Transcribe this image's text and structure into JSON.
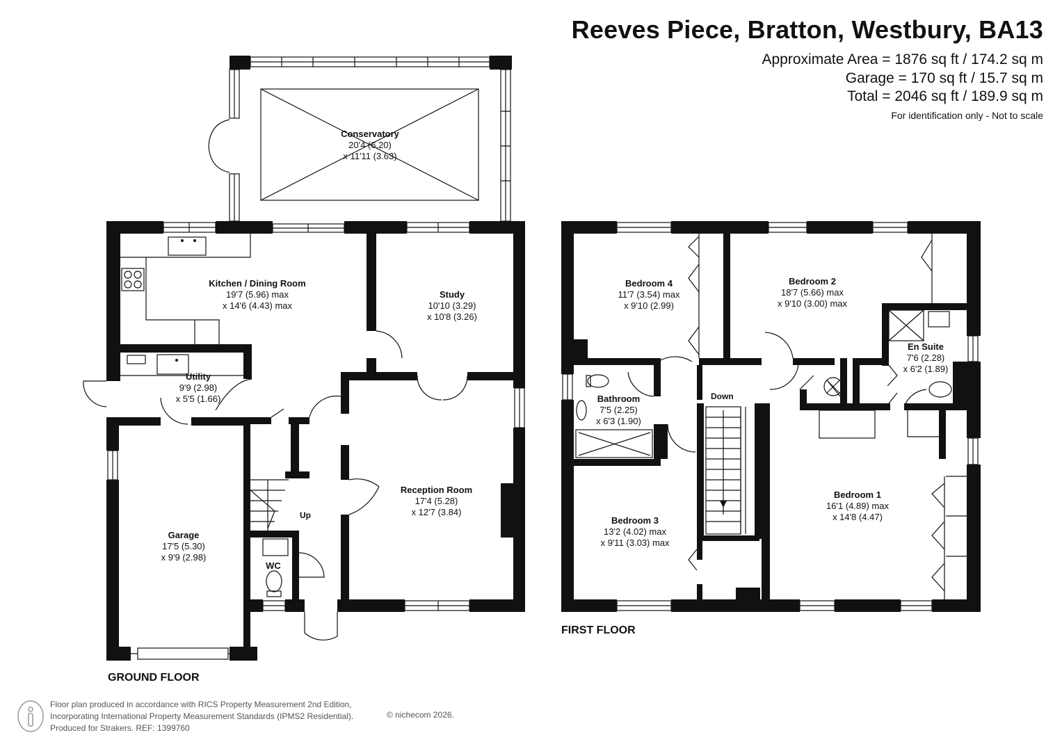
{
  "header": {
    "address": "Reeves Piece, Bratton, Westbury, BA13",
    "approx_area": "Approximate Area = 1876 sq ft / 174.2 sq m",
    "garage_area": "Garage = 170 sq ft / 15.7 sq m",
    "total_area": "Total = 2046 sq ft / 189.9 sq m",
    "disclaimer": "For identification only - Not to scale"
  },
  "floors": {
    "ground": "GROUND FLOOR",
    "first": "FIRST FLOOR"
  },
  "rooms": {
    "conservatory": {
      "name": "Conservatory",
      "d1": "20'4 (6.20)",
      "d2": "x 11'11 (3.63)"
    },
    "kitchen": {
      "name": "Kitchen / Dining Room",
      "d1": "19'7 (5.96) max",
      "d2": "x 14'6 (4.43) max"
    },
    "study": {
      "name": "Study",
      "d1": "10'10 (3.29)",
      "d2": "x 10'8 (3.26)"
    },
    "utility": {
      "name": "Utility",
      "d1": "9'9 (2.98)",
      "d2": "x 5'5 (1.66)"
    },
    "reception": {
      "name": "Reception Room",
      "d1": "17'4 (5.28)",
      "d2": "x 12'7 (3.84)"
    },
    "garage": {
      "name": "Garage",
      "d1": "17'5 (5.30)",
      "d2": "x 9'9 (2.98)"
    },
    "wc": {
      "name": "WC"
    },
    "bedroom4": {
      "name": "Bedroom 4",
      "d1": "11'7 (3.54) max",
      "d2": "x 9'10 (2.99)"
    },
    "bedroom2": {
      "name": "Bedroom 2",
      "d1": "18'7 (5.66) max",
      "d2": "x 9'10 (3.00) max"
    },
    "ensuite": {
      "name": "En Suite",
      "d1": "7'6 (2.28)",
      "d2": "x 6'2 (1.89)"
    },
    "bathroom": {
      "name": "Bathroom",
      "d1": "7'5 (2.25)",
      "d2": "x 6'3 (1.90)"
    },
    "bedroom1": {
      "name": "Bedroom 1",
      "d1": "16'1 (4.89) max",
      "d2": "x 14'8 (4.47)"
    },
    "bedroom3": {
      "name": "Bedroom 3",
      "d1": "13'2 (4.02) max",
      "d2": "x 9'11 (3.03) max"
    }
  },
  "stair_labels": {
    "up": "Up",
    "down": "Down"
  },
  "footer": {
    "line1": "Floor plan produced in accordance with RICS Property Measurement 2nd Edition,",
    "line2": "Incorporating International Property Measurement Standards (IPMS2 Residential).",
    "line3": "Produced for Strakers.   REF: 1399760",
    "copyright": "© nichecom 2026."
  },
  "colors": {
    "wall": "#111111",
    "fixture": "#444444",
    "text": "#111111",
    "footer_text": "#555555"
  }
}
